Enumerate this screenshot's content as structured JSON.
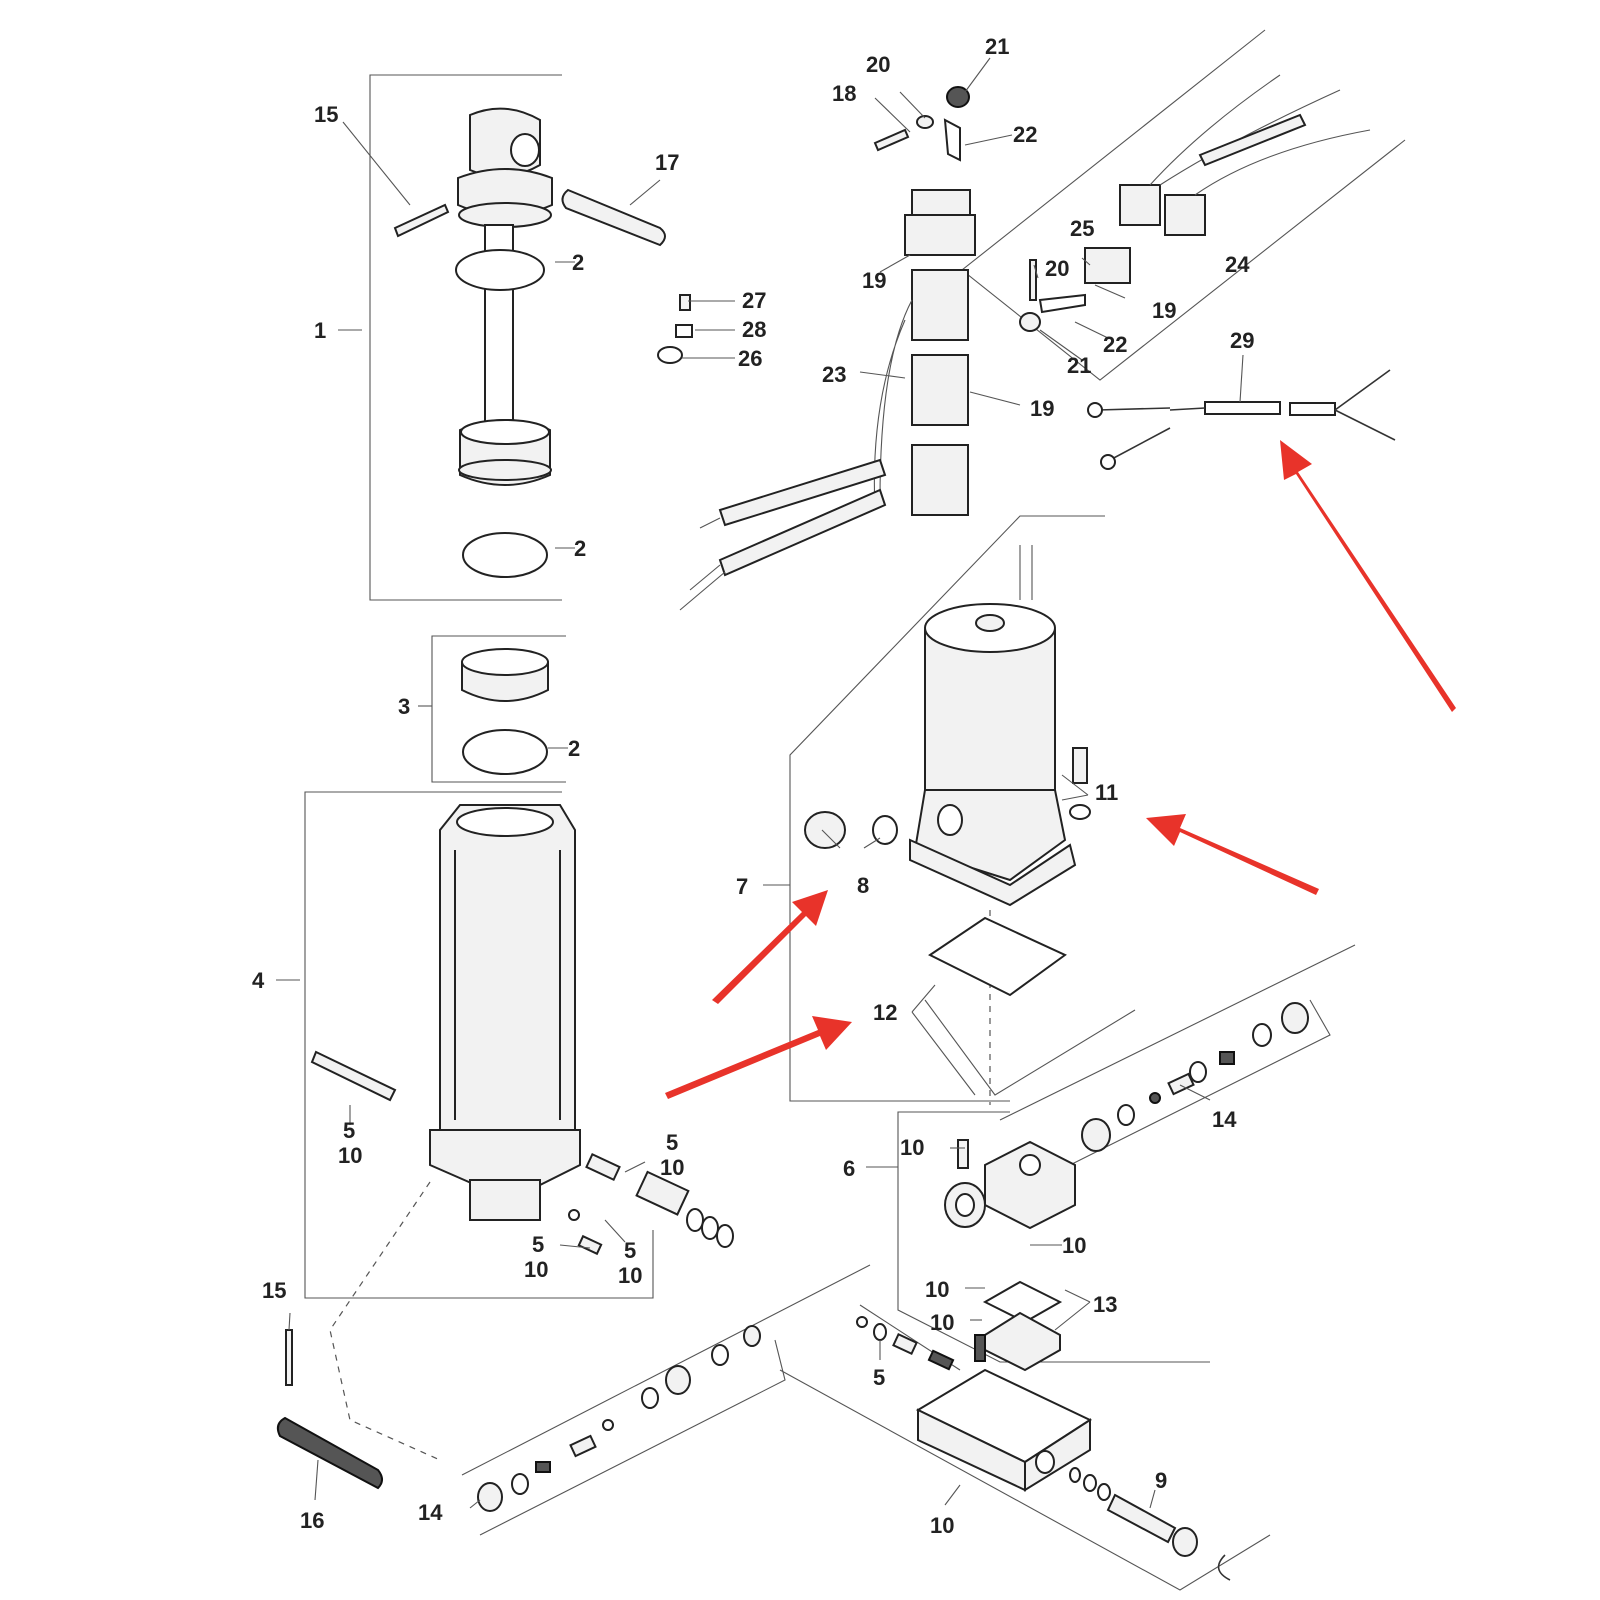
{
  "arrow_color": "#e8332a",
  "labels": {
    "l1": "1",
    "l2a": "2",
    "l2b": "2",
    "l2c": "2",
    "l3": "3",
    "l4": "4",
    "l5a": "5",
    "l10a": "10",
    "l5b": "5",
    "l10b": "10",
    "l5c": "5",
    "l10c": "10",
    "l5d": "5",
    "l10d": "10",
    "l5e": "5",
    "l6": "6",
    "l7": "7",
    "l8": "8",
    "l9": "9",
    "l10e": "10",
    "l10f": "10",
    "l10g": "10",
    "l10h": "10",
    "l10i": "10",
    "l11": "11",
    "l12": "12",
    "l13": "13",
    "l14a": "14",
    "l14b": "14",
    "l15a": "15",
    "l15b": "15",
    "l16": "16",
    "l17": "17",
    "l18": "18",
    "l19a": "19",
    "l19b": "19",
    "l19c": "19",
    "l20a": "20",
    "l20b": "20",
    "l21a": "21",
    "l21b": "21",
    "l22a": "22",
    "l22b": "22",
    "l23": "23",
    "l24": "24",
    "l25": "25",
    "l26": "26",
    "l27": "27",
    "l28": "28",
    "l29": "29"
  }
}
